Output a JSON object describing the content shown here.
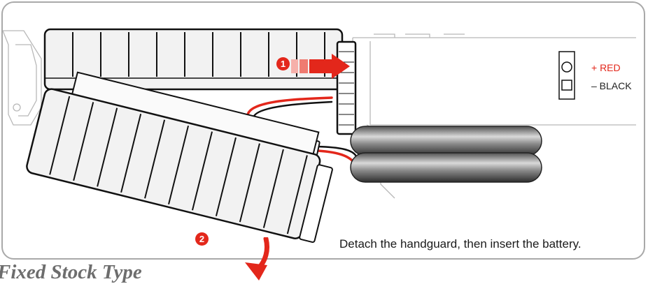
{
  "title": "Fixed Stock Type",
  "caption": "Detach the handguard, then insert the battery.",
  "steps": {
    "one": "1",
    "two": "2"
  },
  "legend": {
    "red": "+ RED",
    "black": "– BLACK"
  },
  "colors": {
    "accent": "#e3271b",
    "wire_red": "#e3271b",
    "wire_black": "#111111",
    "frame": "#a9a9a9"
  },
  "icons": {
    "step_arrow": "arrow-right-icon",
    "pull_arrow": "curved-arrow-down-icon"
  }
}
